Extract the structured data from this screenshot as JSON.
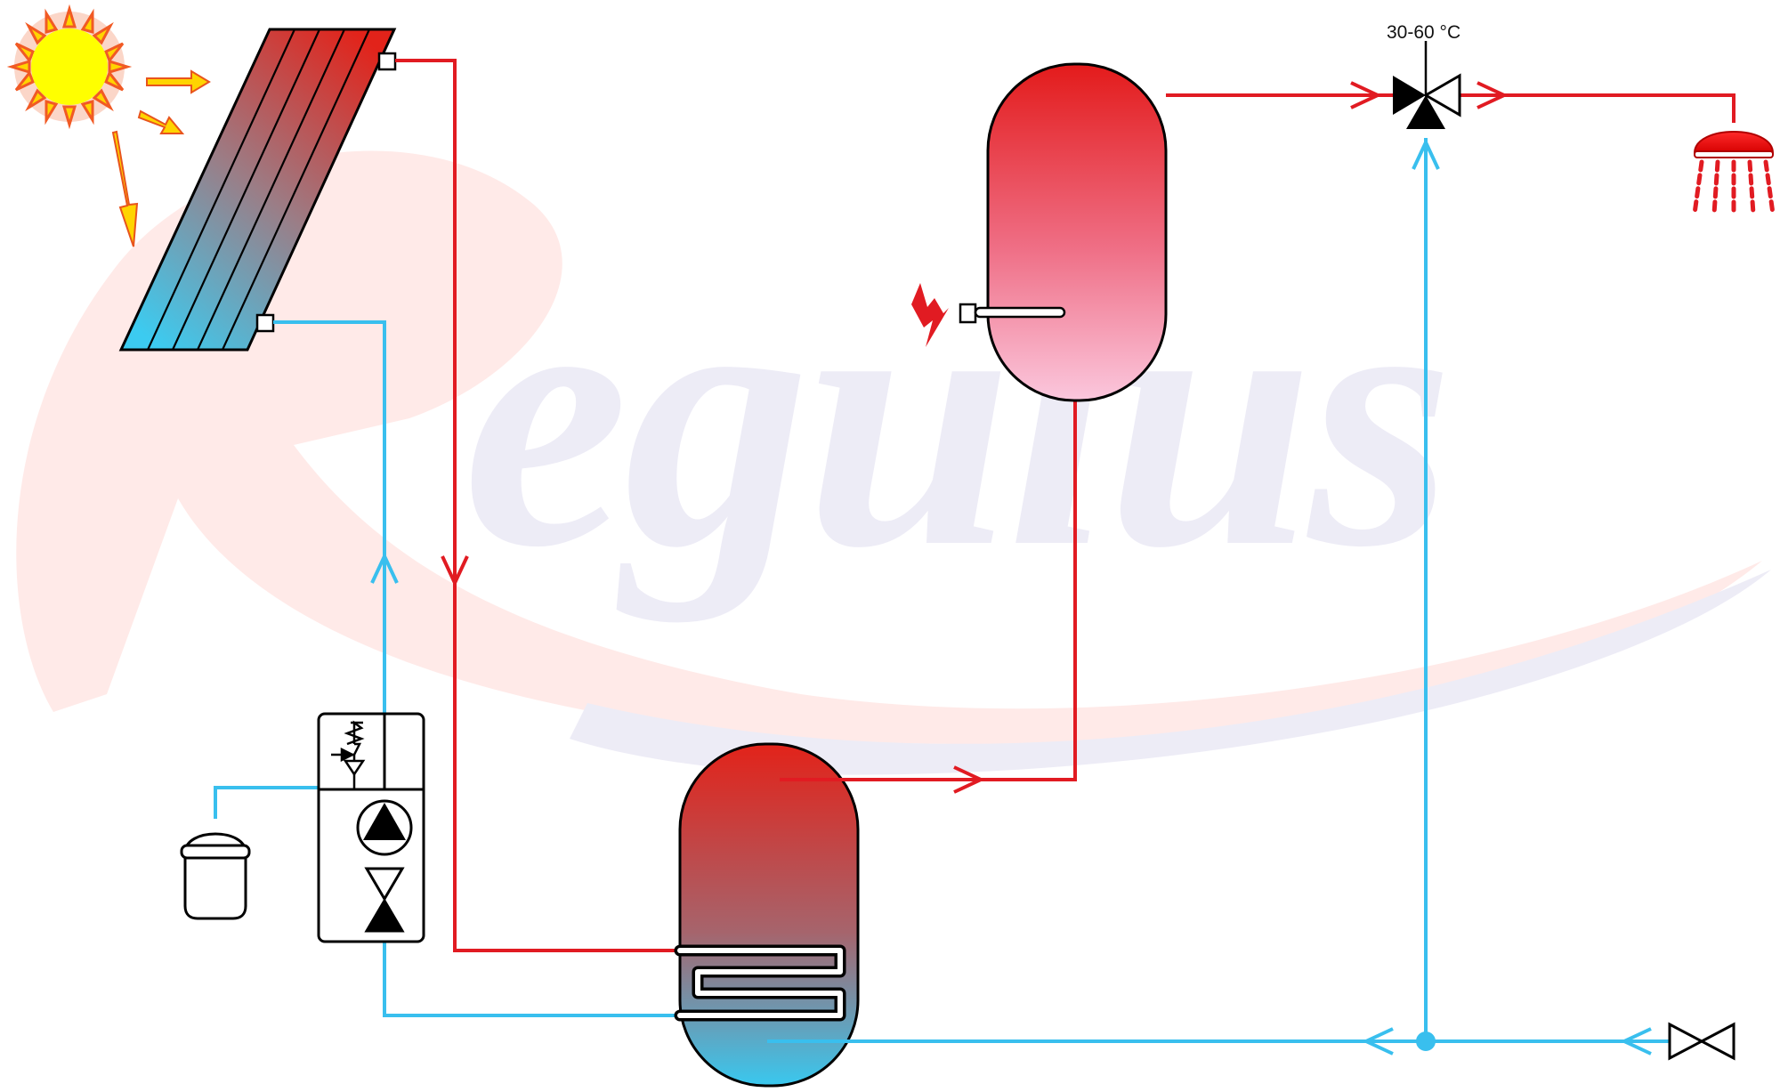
{
  "mixing_valve": {
    "temperature_label": "30-60 °C"
  },
  "watermark": {
    "text": "Regulus"
  },
  "colors": {
    "hot_pipe": "#e11b22",
    "cold_pipe": "#39bfee",
    "sun": "#ffff00",
    "sun_rays": "#f15a24",
    "outline": "#000000"
  },
  "icons": [
    "sun-icon",
    "solar-collector",
    "expansion-vessel-icon",
    "safety-valve-icon",
    "pump-icon",
    "check-valve-icon",
    "electric-heater-icon",
    "mixing-valve-icon",
    "shower-icon",
    "shutoff-valve-icon"
  ]
}
